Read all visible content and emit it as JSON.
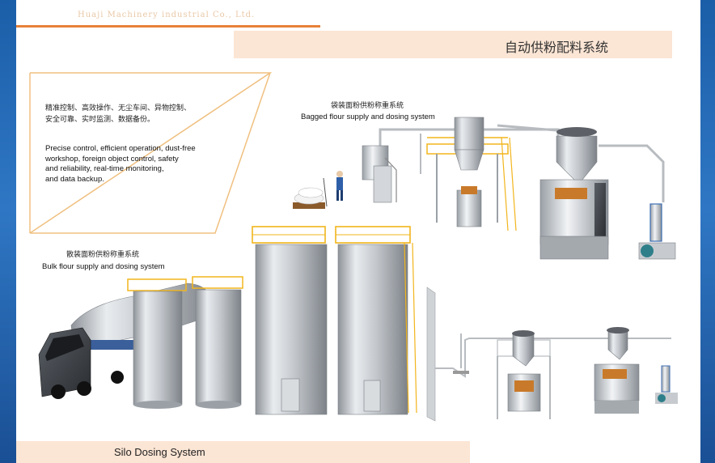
{
  "header": {
    "company": "Huaji Machinery industrial Co., Ltd.",
    "title": "自动供粉配料系统"
  },
  "intro": {
    "cn_line1": "精准控制、高效操作、无尘车间、异物控制、",
    "cn_line2": "安全可靠、实时监测、数据备份。",
    "en_line1": "Precise control, efficient operation, dust-free",
    "en_line2": "workshop, foreign object control, safety",
    "en_line3": "and reliability, real-time monitoring,",
    "en_line4": "and data backup."
  },
  "bagged": {
    "cn": "袋装面粉供粉称重系统",
    "en": "Bagged flour supply and dosing system"
  },
  "bulk": {
    "cn": "散装面粉供粉称重系统",
    "en": "Bulk flour supply and dosing system"
  },
  "footer": {
    "title": "Silo Dosing System"
  },
  "colors": {
    "accent_orange": "#e8813a",
    "band_peach": "#fbe5d4",
    "edge_blue": "#2f77c4",
    "rail_yellow": "#f2b51c"
  }
}
